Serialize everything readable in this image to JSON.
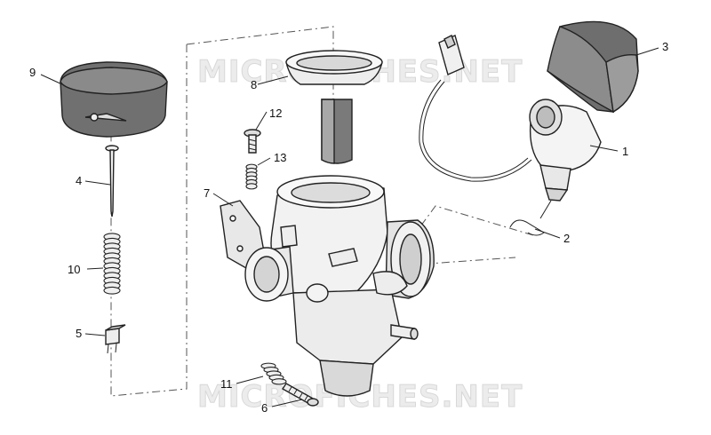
{
  "watermarks": [
    "MICROFICHES.NET",
    "MICROFICHES.NET"
  ],
  "callouts": [
    {
      "id": "1",
      "text": "1"
    },
    {
      "id": "2",
      "text": "2"
    },
    {
      "id": "3",
      "text": "3"
    },
    {
      "id": "4",
      "text": "4"
    },
    {
      "id": "5",
      "text": "5"
    },
    {
      "id": "6",
      "text": "6"
    },
    {
      "id": "7",
      "text": "7"
    },
    {
      "id": "8",
      "text": "8"
    },
    {
      "id": "9",
      "text": "9"
    },
    {
      "id": "10",
      "text": "10"
    },
    {
      "id": "11",
      "text": "11"
    },
    {
      "id": "12",
      "text": "12"
    },
    {
      "id": "13",
      "text": "13"
    }
  ],
  "colors": {
    "part_dark": "#6b6b6b",
    "part_mid": "#9a9a9a",
    "part_light": "#e6e6e6",
    "line": "#222222",
    "watermark": "#ececec"
  }
}
